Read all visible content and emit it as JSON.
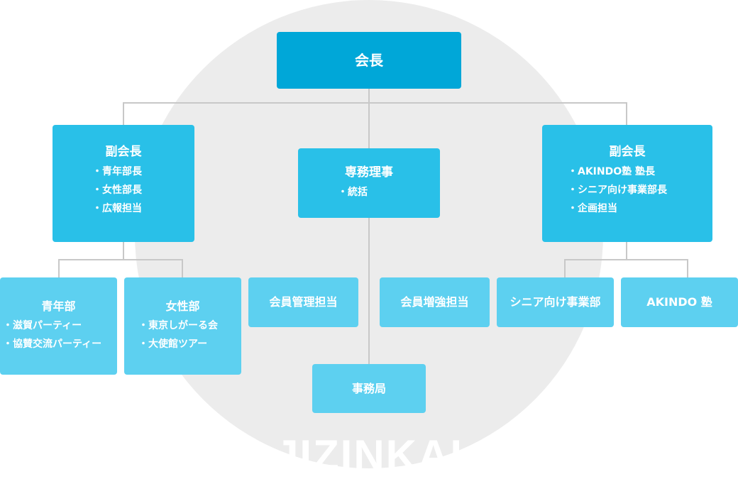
{
  "watermark": "JIZINKAI",
  "president": {
    "title": "会長"
  },
  "vice_left": {
    "title": "副会長",
    "items": [
      "青年部長",
      "女性部長",
      "広報担当"
    ]
  },
  "director": {
    "title": "専務理事",
    "items": [
      "統括"
    ]
  },
  "vice_right": {
    "title": "副会長",
    "items": [
      "AKINDO塾 塾長",
      "シニア向け事業部長",
      "企画担当"
    ]
  },
  "youth": {
    "title": "青年部",
    "items": [
      "滋賀パーティー",
      "協賛交流パーティー"
    ]
  },
  "women": {
    "title": "女性部",
    "items": [
      "東京しがーる会",
      "大使館ツアー"
    ]
  },
  "member_mgmt": {
    "title": "会員管理担当"
  },
  "member_boost": {
    "title": "会員増強担当"
  },
  "senior": {
    "title": "シニア向け事業部"
  },
  "akindo": {
    "title": "AKINDO 塾"
  },
  "secretariat": {
    "title": "事務局"
  },
  "colors": {
    "dark": "#00a7d8",
    "mid": "#29c0e8",
    "light": "#5dd0f0",
    "connector": "#c8c8c8",
    "background_circle": "#ececec"
  }
}
